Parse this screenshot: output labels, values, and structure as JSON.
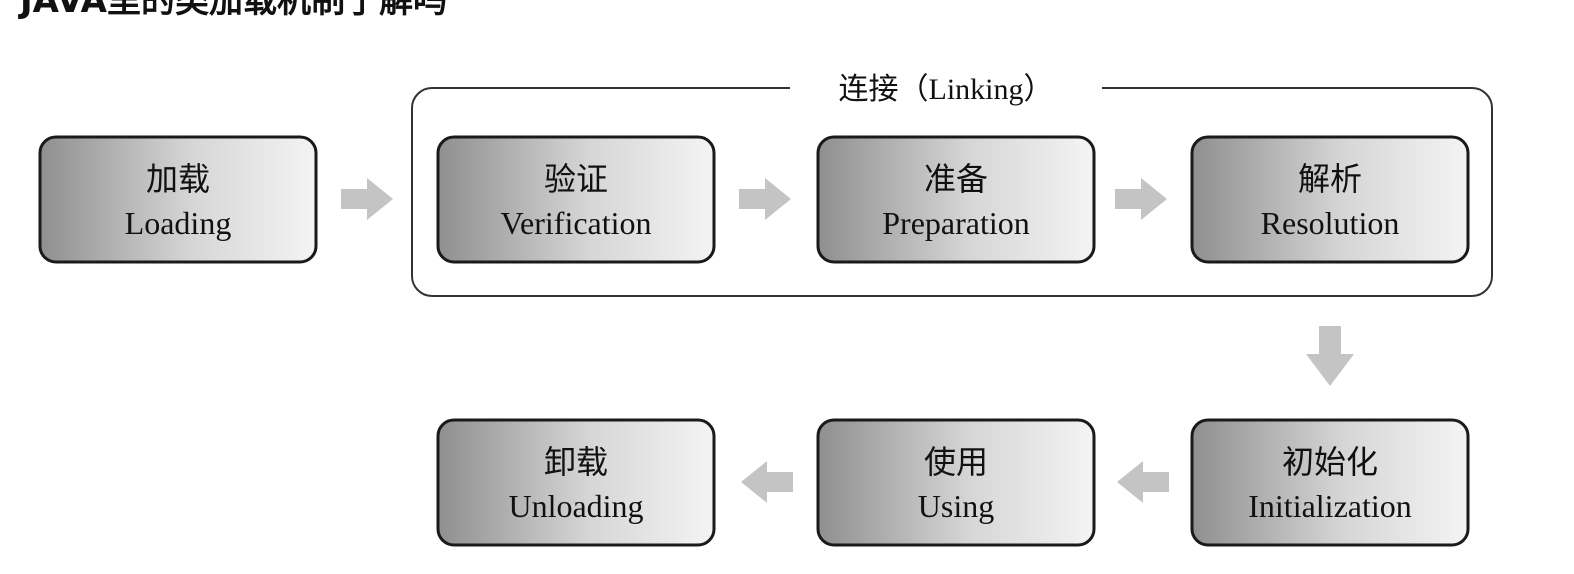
{
  "title": "JAVA里的类加载机制了解吗",
  "group": {
    "label": "连接（Linking）"
  },
  "stages": [
    {
      "cn": "加载",
      "en": "Loading"
    },
    {
      "cn": "验证",
      "en": "Verification"
    },
    {
      "cn": "准备",
      "en": "Preparation"
    },
    {
      "cn": "解析",
      "en": "Resolution"
    },
    {
      "cn": "初始化",
      "en": "Initialization"
    },
    {
      "cn": "使用",
      "en": "Using"
    },
    {
      "cn": "卸载",
      "en": "Unloading"
    }
  ],
  "colors": {
    "box_gradient_dark": "#8f8f8f",
    "box_gradient_light": "#f4f4f4",
    "box_border": "#1a1a1a",
    "arrow": "#c4c4c4",
    "group_border": "#333333"
  }
}
